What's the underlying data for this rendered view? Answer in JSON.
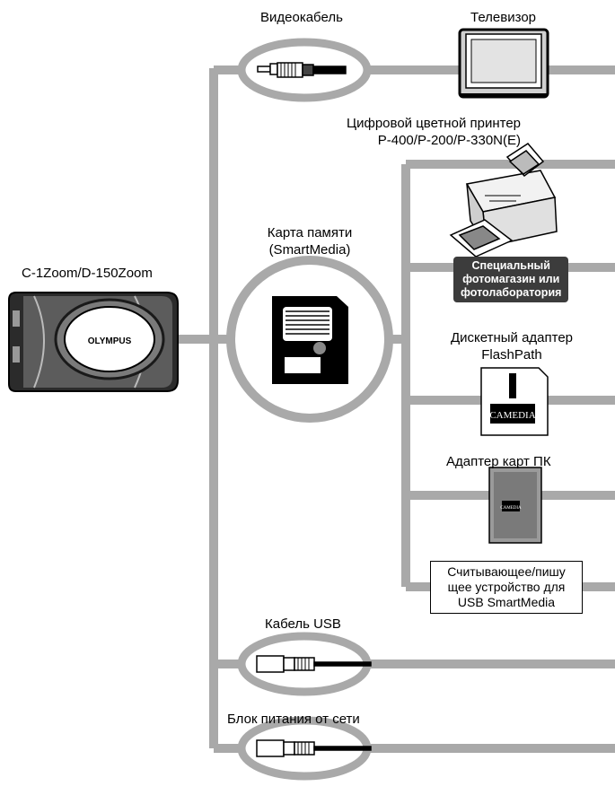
{
  "nodes": {
    "camera": {
      "label": "C-1Zoom/D-150Zoom",
      "brand": "OLYMPUS"
    },
    "video_cable": {
      "label": "Видеокабель"
    },
    "tv": {
      "label": "Телевизор"
    },
    "printer": {
      "line1": "Цифровой цветной принтер",
      "line2": "P-400/P-200/P-330N(E)"
    },
    "memory_card": {
      "line1": "Карта памяти",
      "line2": "(SmartMedia)"
    },
    "photo_lab": {
      "line1": "Специальный",
      "line2": "фотомагазин или",
      "line3": "фотолаборатория"
    },
    "floppy_adapter": {
      "line1": "Дискетный адаптер",
      "line2": "FlashPath",
      "badge": "CAMEDIA"
    },
    "pc_card_adapter": {
      "label": "Адаптер карт ПК",
      "badge": "CAMEDIA"
    },
    "usb_reader": {
      "line1": "Считывающее/пишу",
      "line2": "щее устройство для",
      "line3": "USB SmartMedia"
    },
    "usb_cable": {
      "label": "Кабель USB"
    },
    "ac_adapter": {
      "label": "Блок питания от сети"
    }
  },
  "colors": {
    "line_gray": "#a9a9a9",
    "dark_gray": "#3c3c3c",
    "screen_gray": "#e3e3e3"
  },
  "icons": [
    "camera-icon",
    "video-plug-icon",
    "tv-icon",
    "printer-icon",
    "smartmedia-card-icon",
    "floppy-adapter-icon",
    "pc-card-adapter-icon",
    "usb-plug-icon",
    "power-plug-icon"
  ]
}
